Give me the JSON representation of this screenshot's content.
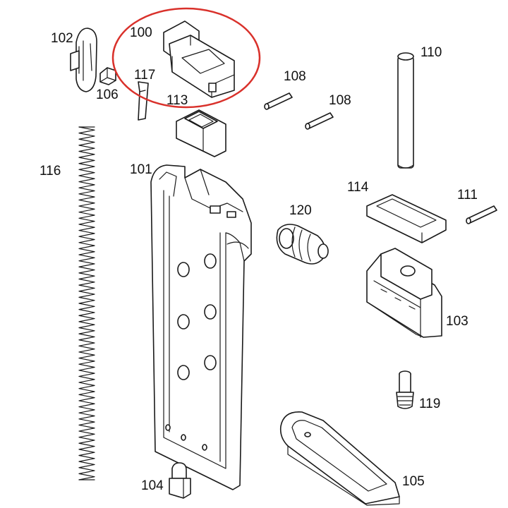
{
  "diagram": {
    "labels": {
      "p100": "100",
      "p101": "101",
      "p102": "102",
      "p103": "103",
      "p104": "104",
      "p105": "105",
      "p106": "106",
      "p108a": "108",
      "p108b": "108",
      "p110": "110",
      "p111": "111",
      "p113": "113",
      "p114": "114",
      "p116": "116",
      "p117": "117",
      "p119": "119",
      "p120": "120"
    },
    "colors": {
      "highlight": "#d9312b",
      "line": "#1a1a1a",
      "background": "#ffffff"
    }
  }
}
